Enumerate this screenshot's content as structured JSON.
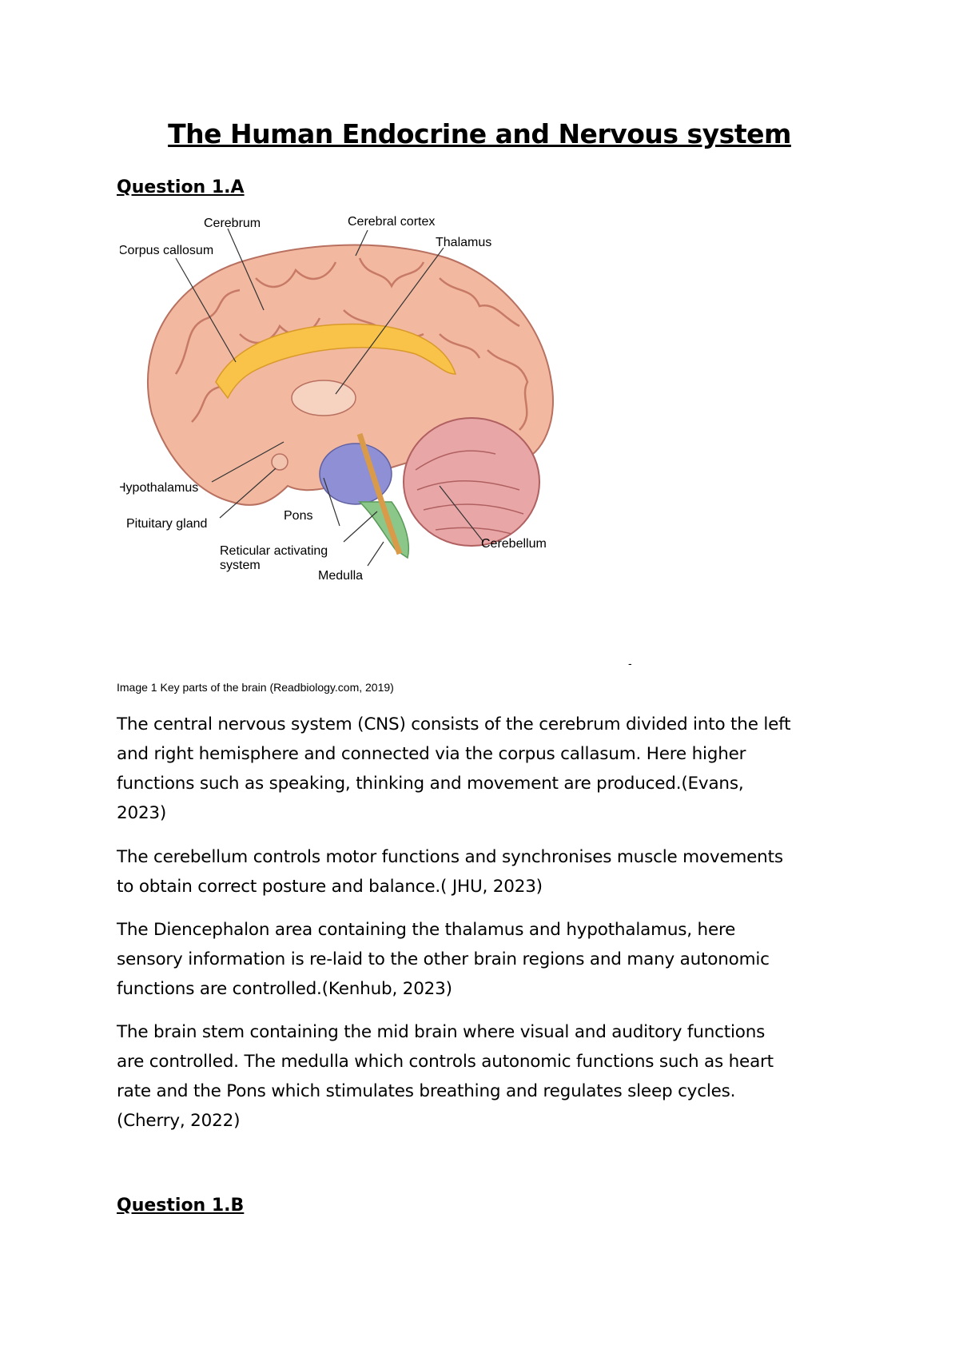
{
  "document": {
    "title": "The Human Endocrine and Nervous system",
    "question_a": "Question 1.A ",
    "question_b": "Question 1.B"
  },
  "figure": {
    "labels": {
      "cerebrum": "Cerebrum",
      "cerebral_cortex": "Cerebral cortex",
      "thalamus": "Thalamus",
      "corpus_callosum": "Corpus callosum",
      "hypothalamus": "Hypothalamus",
      "pituitary_gland": "Pituitary gland",
      "pons": "Pons",
      "reticular_line1": "Reticular activating",
      "reticular_line2": "system",
      "medulla": "Medulla",
      "cerebellum": "Cerebellum"
    },
    "colors": {
      "brain_tissue": "#f2b8a0",
      "corpus_callosum": "#f9c34a",
      "pons": "#8f8fd6",
      "medulla": "#8cc78a",
      "reticular": "#d99a4a",
      "cerebellum": "#e8a6a6"
    },
    "caption": "Image 1 Key parts of the brain (Readbiology.com, 2019)",
    "dash": "-"
  },
  "paragraphs": [
    {
      "lines": [
        "The central nervous system (CNS) consists of the  cerebrum divided into the left",
        "and right hemisphere and connected via the corpus callasum. Here higher",
        "functions such as speaking, thinking and movement are produced.(Evans,",
        "2023)"
      ]
    },
    {
      "lines": [
        "The cerebellum controls motor functions and synchronises muscle movements",
        "to obtain correct posture and balance.( JHU, 2023)"
      ]
    },
    {
      "lines": [
        "The Diencephalon area containing the thalamus and hypothalamus, here",
        "sensory information is re-laid to the other brain regions and many autonomic",
        "functions are controlled.(Kenhub, 2023)"
      ]
    },
    {
      "lines": [
        " The brain stem containing the mid brain where visual and auditory functions",
        "are controlled. The medulla which controls autonomic functions such as heart",
        "rate and the Pons which stimulates breathing and regulates sleep cycles.",
        "(Cherry, 2022)"
      ]
    }
  ]
}
